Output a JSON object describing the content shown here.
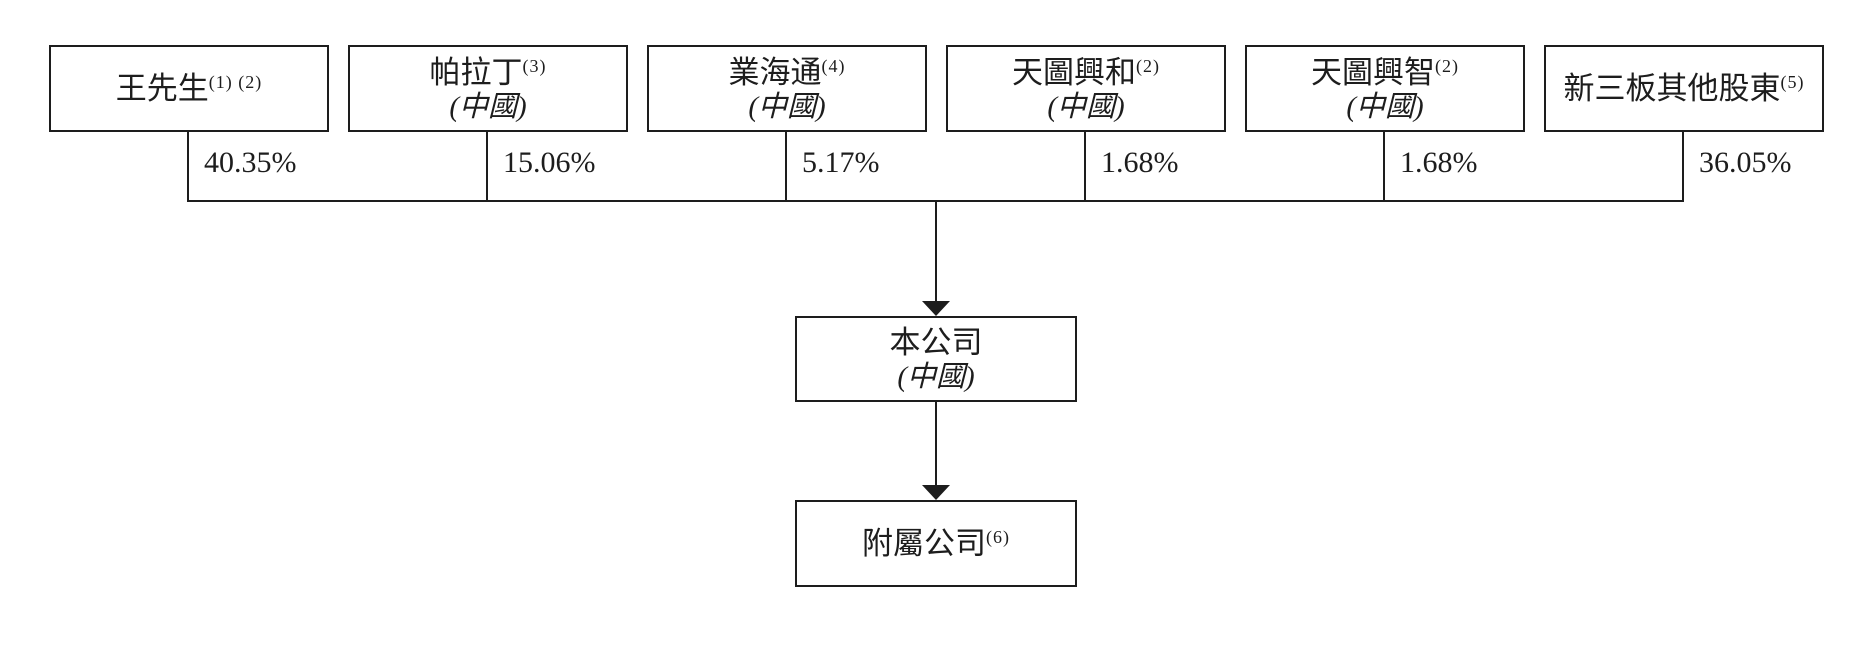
{
  "diagram": {
    "title": "shareholding-structure",
    "colors": {
      "line": "#1d1d1d",
      "text": "#1d1d1d",
      "background": "#ffffff"
    },
    "shareholders": [
      {
        "name": "王先生",
        "superscript": "(1) (2)",
        "jurisdiction": "",
        "percentage": "40.35%"
      },
      {
        "name": "帕拉丁",
        "superscript": "(3)",
        "jurisdiction": "(中國)",
        "percentage": "15.06%"
      },
      {
        "name": "業海通",
        "superscript": "(4)",
        "jurisdiction": "(中國)",
        "percentage": "5.17%"
      },
      {
        "name": "天圖興和",
        "superscript": "(2)",
        "jurisdiction": "(中國)",
        "percentage": "1.68%"
      },
      {
        "name": "天圖興智",
        "superscript": "(2)",
        "jurisdiction": "(中國)",
        "percentage": "1.68%"
      },
      {
        "name": "新三板其他股東",
        "superscript": "(5)",
        "jurisdiction": "",
        "percentage": "36.05%"
      }
    ],
    "company": {
      "name": "本公司",
      "superscript": "",
      "jurisdiction": "(中國)"
    },
    "subsidiary": {
      "name": "附屬公司",
      "superscript": "(6)",
      "jurisdiction": ""
    }
  }
}
